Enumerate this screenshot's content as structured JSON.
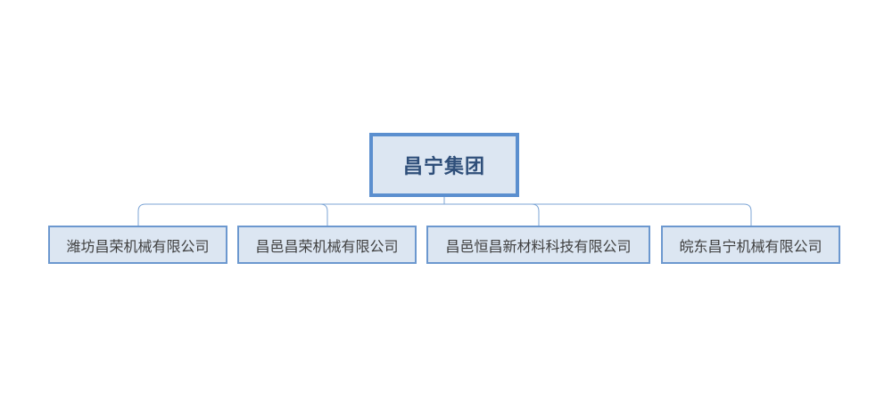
{
  "org_chart": {
    "root": {
      "label": "昌宁集团"
    },
    "children": [
      {
        "label": "潍坊昌荣机械有限公司"
      },
      {
        "label": "昌邑昌荣机械有限公司"
      },
      {
        "label": "昌邑恒昌新材料科技有限公司"
      },
      {
        "label": "皖东昌宁机械有限公司"
      }
    ]
  },
  "colors": {
    "node_fill": "#dce6f2",
    "node_border": "#6c98cf",
    "root_border": "#5b8fcf",
    "connector": "#7ea6d6",
    "text": "#404040",
    "root_text": "#2f4f7a"
  }
}
